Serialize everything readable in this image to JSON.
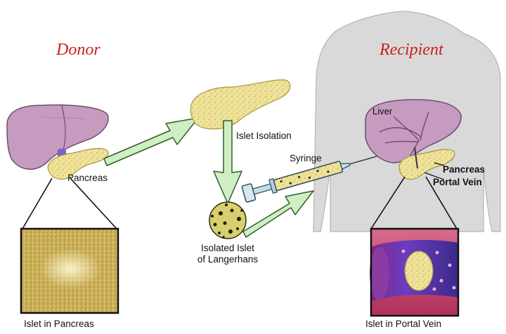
{
  "titles": {
    "donor": "Donor",
    "recipient": "Recipient"
  },
  "labels": {
    "donor_pancreas": "Pancreas",
    "islet_isolation": "Islet Isolation",
    "syringe": "Syringe",
    "isolated_islet_line1": "Isolated Islet",
    "isolated_islet_line2": "of Langerhans",
    "liver": "Liver",
    "recipient_pancreas": "Pancreas",
    "portal_vein": "Portal Vein",
    "islet_in_pancreas": "Islet in Pancreas",
    "islet_in_portal_vein": "Islet in Portal Vein"
  },
  "colors": {
    "title_red": "#cc1f1f",
    "liver": "#c79ac0",
    "pancreas": "#efe29a",
    "arrow_green": "#cfeec4",
    "body_gray": "#d9d9d9",
    "vein_purple": "#6b3cc0"
  }
}
